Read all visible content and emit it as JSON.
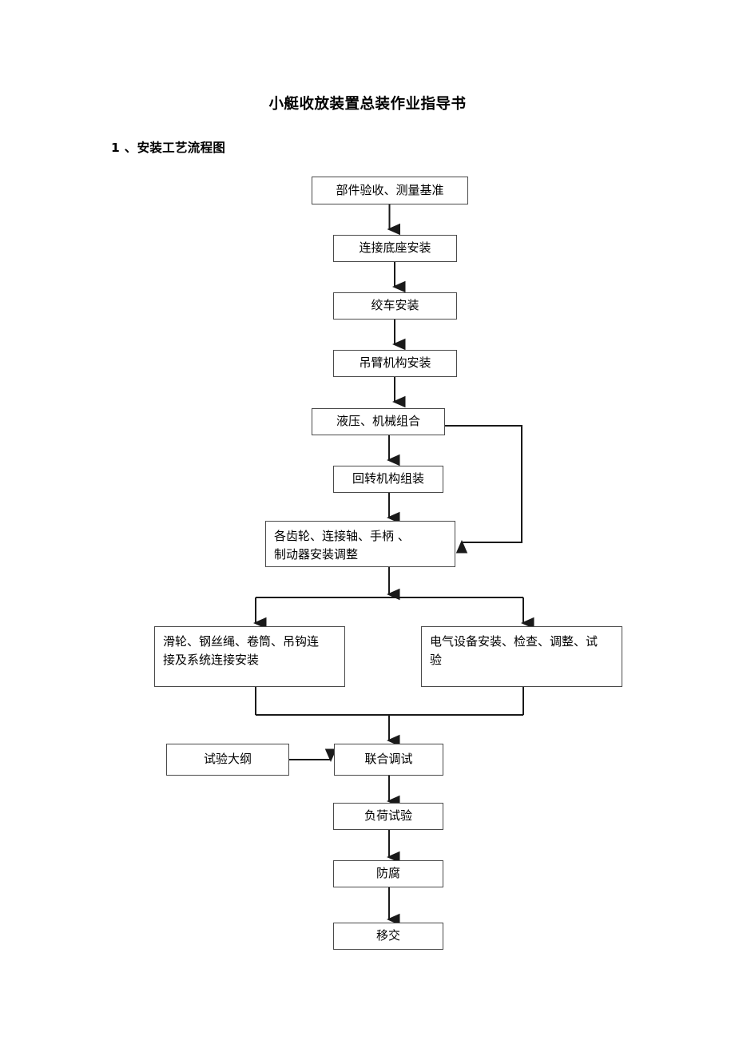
{
  "document": {
    "title": "小艇收放装置总装作业指导书",
    "section_heading": "1 、安装工艺流程图"
  },
  "flowchart": {
    "nodes": [
      {
        "id": "acceptance",
        "label": "部件验收、测量基准"
      },
      {
        "id": "base",
        "label": "连接底座安装"
      },
      {
        "id": "winch",
        "label": "绞车安装"
      },
      {
        "id": "boom",
        "label": "吊臂机构安装"
      },
      {
        "id": "hydraulic",
        "label": "液压、机械组合"
      },
      {
        "id": "slewing",
        "label": "回转机构组装"
      },
      {
        "id": "gears",
        "label": "各齿轮、连接轴、手柄  、\n制动器安装调整"
      },
      {
        "id": "rigging",
        "label": "滑轮、钢丝绳、卷筒、吊钩连\n接及系统连接安装"
      },
      {
        "id": "electrical",
        "label": "电气设备安装、检查、调整、试\n验"
      },
      {
        "id": "test-outline",
        "label": "试验大纲"
      },
      {
        "id": "joint-debug",
        "label": "联合调试"
      },
      {
        "id": "load-test",
        "label": "负荷试验"
      },
      {
        "id": "anticorrosion",
        "label": "防腐"
      },
      {
        "id": "handover",
        "label": "移交"
      }
    ],
    "edges": [
      {
        "from": "acceptance",
        "to": "base",
        "type": "down-arrow"
      },
      {
        "from": "base",
        "to": "winch",
        "type": "down-arrow"
      },
      {
        "from": "winch",
        "to": "boom",
        "type": "down-arrow"
      },
      {
        "from": "boom",
        "to": "hydraulic",
        "type": "down-arrow"
      },
      {
        "from": "hydraulic",
        "to": "slewing",
        "type": "down-arrow"
      },
      {
        "from": "slewing",
        "to": "gears",
        "type": "down-arrow"
      },
      {
        "from": "hydraulic",
        "to": "gears",
        "type": "feedback-right"
      },
      {
        "from": "gears",
        "to": "rigging",
        "type": "split-left"
      },
      {
        "from": "gears",
        "to": "electrical",
        "type": "split-right"
      },
      {
        "from": "rigging",
        "to": "joint-debug",
        "type": "merge-left"
      },
      {
        "from": "electrical",
        "to": "joint-debug",
        "type": "merge-right"
      },
      {
        "from": "test-outline",
        "to": "joint-debug",
        "type": "right-arrow"
      },
      {
        "from": "joint-debug",
        "to": "load-test",
        "type": "down-arrow"
      },
      {
        "from": "load-test",
        "to": "anticorrosion",
        "type": "down-arrow"
      },
      {
        "from": "anticorrosion",
        "to": "handover",
        "type": "down-arrow"
      }
    ],
    "colors": {
      "node_border": "#4a4a4a",
      "connector": "#1a1a1a",
      "background": "#ffffff"
    }
  }
}
